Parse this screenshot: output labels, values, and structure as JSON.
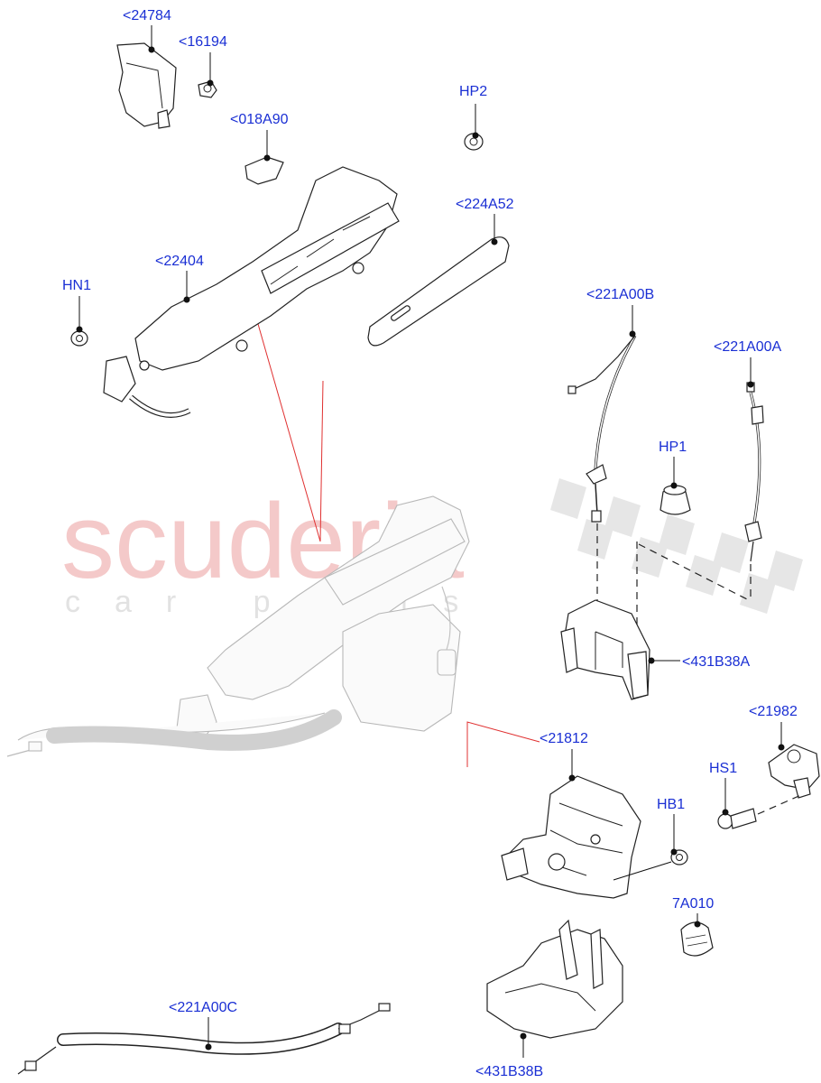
{
  "watermark": {
    "brand": "scuderia",
    "tagline": "car parts"
  },
  "callouts": [
    {
      "id": "c1",
      "text": "<24784"
    },
    {
      "id": "c2",
      "text": "<16194"
    },
    {
      "id": "c3",
      "text": "<018A90"
    },
    {
      "id": "c4",
      "text": "HP2"
    },
    {
      "id": "c5",
      "text": "<224A52"
    },
    {
      "id": "c6",
      "text": "<22404"
    },
    {
      "id": "c7",
      "text": "HN1"
    },
    {
      "id": "c8",
      "text": "<221A00B"
    },
    {
      "id": "c9",
      "text": "<221A00A"
    },
    {
      "id": "c10",
      "text": "HP1"
    },
    {
      "id": "c11",
      "text": "<431B38A"
    },
    {
      "id": "c12",
      "text": "<21982"
    },
    {
      "id": "c13",
      "text": "<21812"
    },
    {
      "id": "c14",
      "text": "HS1"
    },
    {
      "id": "c15",
      "text": "HB1"
    },
    {
      "id": "c16",
      "text": "7A010"
    },
    {
      "id": "c17",
      "text": "<221A00C"
    },
    {
      "id": "c18",
      "text": "<431B38B"
    }
  ],
  "colors": {
    "callout": "#1a2fd4",
    "watermark": "#f4c9c9",
    "guide": "#e03030"
  }
}
